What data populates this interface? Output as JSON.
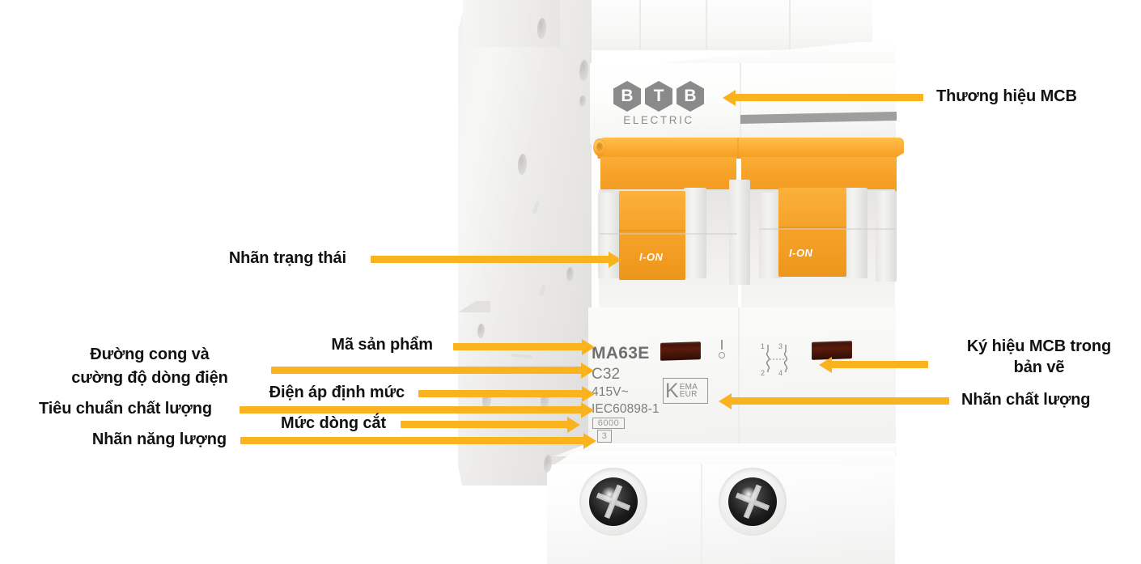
{
  "image": {
    "subject": "BTB Electric 2-pole miniature circuit breaker (MCB) with Vietnamese callout annotations",
    "accent_color": "#FAB31E",
    "background": "#FFFFFF"
  },
  "product": {
    "brand": {
      "hex_letters": [
        "B",
        "T",
        "B"
      ],
      "subtitle": "ELECTRIC"
    },
    "toggle_label_left": "I-ON",
    "toggle_label_right": "I-ON",
    "nameplate": {
      "model_code": "MA63E",
      "curve_and_current": "C32",
      "rated_voltage": "415V~",
      "standard": "IEC60898-1",
      "breaking_capacity": "6000",
      "energy_class": "3",
      "certification": {
        "big_letter": "K",
        "line1": "EMA",
        "line2": "EUR"
      }
    },
    "schematic_symbol": {
      "terminal_top_left": "1",
      "terminal_top_right": "3",
      "terminal_bottom_left": "2",
      "terminal_bottom_right": "4"
    }
  },
  "annotations": {
    "left": [
      {
        "id": "status-label",
        "text": "Nhãn trạng thái"
      },
      {
        "id": "product-code",
        "text": "Mã sản phẩm"
      },
      {
        "id": "curve-current",
        "line1": "Đường cong và",
        "line2": "cường độ dòng điện"
      },
      {
        "id": "rated-voltage",
        "text": "Điện áp định mức"
      },
      {
        "id": "quality-standard",
        "text": "Tiêu chuẩn chất lượng"
      },
      {
        "id": "breaking-capacity",
        "text": "Mức dòng cắt"
      },
      {
        "id": "energy-label",
        "text": "Nhãn năng lượng"
      }
    ],
    "right": [
      {
        "id": "mcb-brand",
        "text": "Thương hiệu MCB"
      },
      {
        "id": "mcb-symbol",
        "line1": "Ký hiệu MCB trong",
        "line2": "bản vẽ"
      },
      {
        "id": "quality-mark",
        "text": "Nhãn chất lượng"
      }
    ]
  }
}
